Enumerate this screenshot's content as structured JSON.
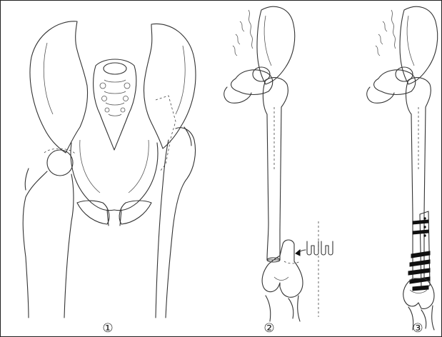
{
  "panels": [
    {
      "label": "①"
    },
    {
      "label": "②"
    },
    {
      "label": "③"
    }
  ],
  "colors": {
    "ink": "#333333",
    "background": "#ffffff",
    "implant": "#111111"
  }
}
